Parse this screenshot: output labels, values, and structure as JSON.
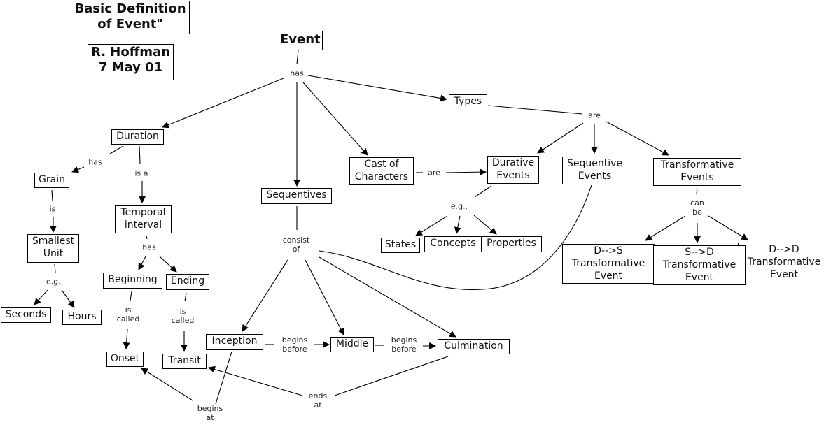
{
  "header": {
    "title_line1": "Basic Definition",
    "title_line2": "of Event\"",
    "author_line1": "R. Hoffman",
    "author_line2": "7 May 01"
  },
  "concepts": {
    "event": "Event",
    "types": "Types",
    "duration": "Duration",
    "grain": "Grain",
    "smallest_unit_l1": "Smallest",
    "smallest_unit_l2": "Unit",
    "seconds": "Seconds",
    "hours": "Hours",
    "temporal_interval_l1": "Temporal",
    "temporal_interval_l2": "interval",
    "beginning": "Beginning",
    "ending": "Ending",
    "onset": "Onset",
    "transit": "Transit",
    "sequentives": "Sequentives",
    "cast_l1": "Cast of",
    "cast_l2": "Characters",
    "durative_l1": "Durative",
    "durative_l2": "Events",
    "sequentive_l1": "Sequentive",
    "sequentive_l2": "Events",
    "transformative_l1": "Transformative",
    "transformative_l2": "Events",
    "states": "States",
    "concepts_node": "Concepts",
    "properties": "Properties",
    "ds_l1": "D-->S",
    "ds_l2": "Transformative",
    "ds_l3": "Event",
    "sd_l1": "S-->D",
    "sd_l2": "Transformative",
    "sd_l3": "Event",
    "dd_l1": "D-->D",
    "dd_l2": "Transformative",
    "dd_l3": "Event",
    "inception": "Inception",
    "middle": "Middle",
    "culmination": "Culmination"
  },
  "links": {
    "event_has": "has",
    "types_are": "are",
    "duration_has": "has",
    "duration_is_a": "is a",
    "grain_is": "is",
    "unit_eg": "e.g.,",
    "interval_has": "has",
    "beginning_is_l1": "is",
    "beginning_is_l2": "called",
    "ending_is_l1": "is",
    "ending_is_l2": "called",
    "cast_are": "are",
    "durative_eg": "e.g.,",
    "transform_can_l1": "can",
    "transform_can_l2": "be",
    "consist_l1": "consist",
    "consist_l2": "of",
    "bb1_l1": "begins",
    "bb1_l2": "before",
    "bb2_l1": "begins",
    "bb2_l2": "before",
    "ends_l1": "ends",
    "ends_l2": "at",
    "begins_l1": "begins",
    "begins_l2": "at"
  }
}
